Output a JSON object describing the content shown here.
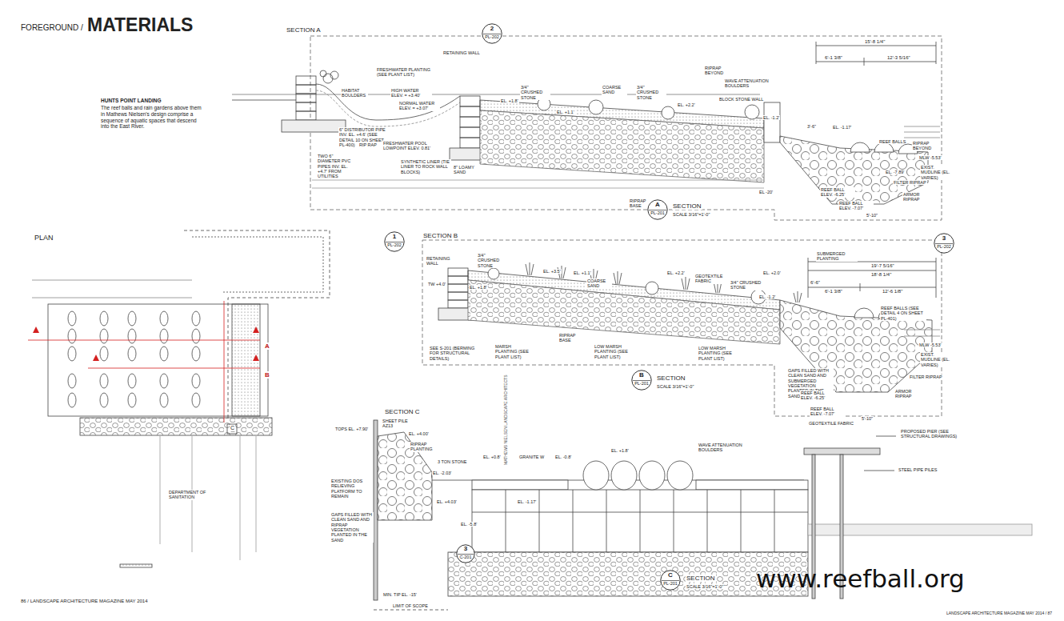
{
  "diagram": {
    "title": "MATERIALS",
    "caption": "The reef balls and rain gardens above them in Mathews Nielsen's design comprise a sequence of aquatic spaces that descend into the East River.",
    "nodes": [
      {
        "text": [
          "2",
          "PL-202"
        ]
      },
      {
        "text": [
          "A",
          "PL-201"
        ]
      },
      {
        "text": [
          "1",
          "PL-202"
        ]
      },
      {
        "text": [
          "3",
          "PL-202"
        ]
      },
      {
        "text": [
          "B",
          "PL-201"
        ]
      },
      {
        "text": [
          "3",
          "C-201"
        ]
      },
      {
        "text": [
          "C",
          "PL-201"
        ]
      }
    ],
    "labels": [
      "FOREGROUND /",
      "HUNTS POINT LANDING",
      "SECTION A",
      "RETAINING WALL",
      "FRESHWATER PLANTING (SEE PLANT LIST)",
      "HABITAT BOULDERS",
      "HIGH WATER ELEV. = +3.40'",
      "NORMAL WATER ELEV. = +3.07'",
      "6\" DISTRIBUTOR PIPE INV. EL. +4.6' (SEE DETAIL 10 ON SHEET PL-400)",
      "RIP RAP",
      "FRESHWATER POOL LOWPOINT ELEV. 0.81'",
      "TWO 6\" DIAMETER PVC PIPES INV. EL. +4.7' FROM UTILITIES",
      "SYNTHETIC LINER (TIE LINER TO ROCK WALL BLOCKS)",
      "8\" LOAMY SAND",
      "EL. +1.8'",
      "3/4\" CRUSHED STONE",
      "EL. +1.1'",
      "COARSE SAND",
      "3/4\" CRUSHED STONE",
      "EL. +2.2'",
      "RIPRAP BEYOND",
      "WAVE ATTENUATION BOULDERS",
      "BLOCK STONE WALL",
      "15'-8 1/4\"",
      "6'-1 3/8\"",
      "12'-3 5/16\"",
      "EL. -1.2'",
      "3'-6\"",
      "EL. -1.17'",
      "REEF BALLS",
      "RIPRAP BEYOND",
      "EL. -7.89'",
      "REEF BALL ELEV. -6.25'",
      "REEF BALL ELEV. -7.07'",
      "FILTER RIPRAP",
      "ARMOR RIPRAP",
      "5'-10\"",
      "EXIST. MUDLINE (EL. VARIES)",
      "MLW -5.53'",
      "RIPRAP BASE",
      "SECTION",
      "SCALE 3/16\"=1'-0\"",
      "EL -20'",
      "SECTION B",
      "RETAINING WALL",
      "3/4\" CRUSHED STONE",
      "TW +4.0'",
      "EL. +1.8'",
      "EL. +3.5'",
      "EL. +1.1'",
      "COARSE SAND",
      "EL. +2.2'",
      "GEOTEXTILE FABRIC",
      "3/4\" CRUSHED STONE",
      "EL. +2.0'",
      "EL. -1.2'",
      "SUBMERGED PLANTING",
      "19'-7 5/16\"",
      "18'-8 1/4\"",
      "6'-6\"",
      "6'-1 3/8\"",
      "12'-6 1/8\"",
      "SEE S-201 (BERMING FOR STRUCTURAL DETAILS)",
      "MARSH PLANTING (SEE PLANT LIST)",
      "RIPRAP BASE",
      "LOW MARSH PLANTING (SEE PLANT LIST)",
      "LOW MARSH PLANTING (SEE PLANT LIST)",
      "GAPS FILLED WITH CLEAN SAND AND SUBMERGED VEGETATION PLANTED IN THE SAND",
      "REEF BALLS (SEE DETAIL 4 ON SHEET PL-401)",
      "REEF BALL ELEV. -6.25'",
      "REEF BALL ELEV. -7.07'",
      "GEOTEXTILE FABRIC",
      "FILTER RIPRAP",
      "ARMOR RIPRAP",
      "5'-10\"",
      "EXIST. MUDLINE (EL. VARIES)",
      "MLW -5.53'",
      "SECTION",
      "SCALE 3/16\"=1'-0\"",
      "SECTION C",
      "SHEET PILE AZ13",
      "TOPS EL. +7.90'",
      "EL. +4.00'",
      "RIPRAP PLANTING",
      "3 TON STONE",
      "EXISTING DOS RELIEVING PLATFORM TO REMAIN",
      "GAPS FILLED WITH CLEAN SAND AND RIPRAP VEGETATION PLANTED IN THE SAND",
      "EL. -2.03'",
      "EL. +4.03'",
      "EL. +0.8'",
      "GRANITE W",
      "EL. -0.8'",
      "EL. +1.8'",
      "WAVE ATTENUATION BOULDERS",
      "EL. -1.17'",
      "EL. -5.8'",
      "PROPOSED PIER (SEE STRUCTURAL DRAWINGS)",
      "STEEL PIPE PILES",
      "MIN. TIP EL. -15'",
      "LIMIT OF SCOPE",
      "SECTION",
      "SCALE 3/16\"=1'-0\"",
      "PLAN",
      "A",
      "B",
      "C",
      "DEPARTMENT OF SANITATION",
      "MATHEWS NIELSEN LANDSCAPE ARCHITECTS",
      "86 / LANDSCAPE ARCHITECTURE MAGAZINE MAY 2014",
      "LANDSCAPE ARCHITECTURE MAGAZINE MAY 2014 / 87",
      "www.reefball.org"
    ]
  }
}
